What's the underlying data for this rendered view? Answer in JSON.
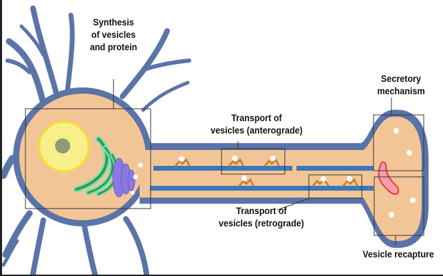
{
  "labels": {
    "synthesis": [
      "Synthesis",
      "of vesicles",
      "and protein"
    ],
    "anterograde": [
      "Transport of",
      "vesicles (anterograde)"
    ],
    "retrograde": [
      "Transport of",
      "vesicles (retrograde)"
    ],
    "secretory": [
      "Secretory",
      "mechanism"
    ],
    "recapture": [
      "Vesicle recapture"
    ]
  },
  "colors": {
    "membrane": "#5a74a8",
    "cytoplasm": "#f2c597",
    "microtubule": "#3a78b8",
    "nucleus": "#f7f08a",
    "nucleolus": "#8e9a78",
    "er": "#2f9a5a",
    "golgi": "#8a7ae0",
    "motor": "#c47a2a",
    "receptor": "#f08090"
  }
}
